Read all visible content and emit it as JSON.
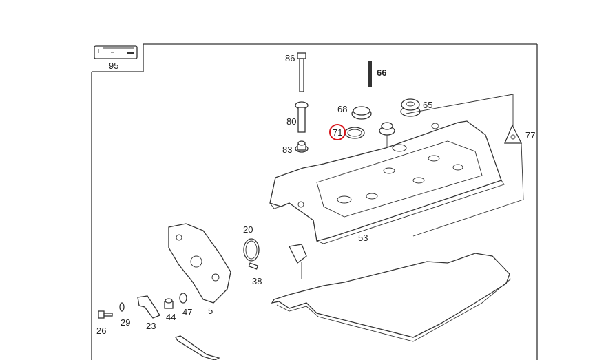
{
  "diagram": {
    "legend_box": {
      "label": "95",
      "icon": "legend-symbol-icon"
    },
    "highlight_color": "#d9151b",
    "callouts": [
      {
        "id": "86",
        "label": "86"
      },
      {
        "id": "66",
        "label": "66"
      },
      {
        "id": "68",
        "label": "68"
      },
      {
        "id": "65",
        "label": "65"
      },
      {
        "id": "80",
        "label": "80"
      },
      {
        "id": "71",
        "label": "71",
        "highlighted": true
      },
      {
        "id": "83",
        "label": "83"
      },
      {
        "id": "77",
        "label": "77"
      },
      {
        "id": "53",
        "label": "53"
      },
      {
        "id": "20",
        "label": "20"
      },
      {
        "id": "38",
        "label": "38"
      },
      {
        "id": "26",
        "label": "26"
      },
      {
        "id": "29",
        "label": "29"
      },
      {
        "id": "23",
        "label": "23"
      },
      {
        "id": "44",
        "label": "44"
      },
      {
        "id": "47",
        "label": "47"
      },
      {
        "id": "5",
        "label": "5"
      }
    ]
  }
}
